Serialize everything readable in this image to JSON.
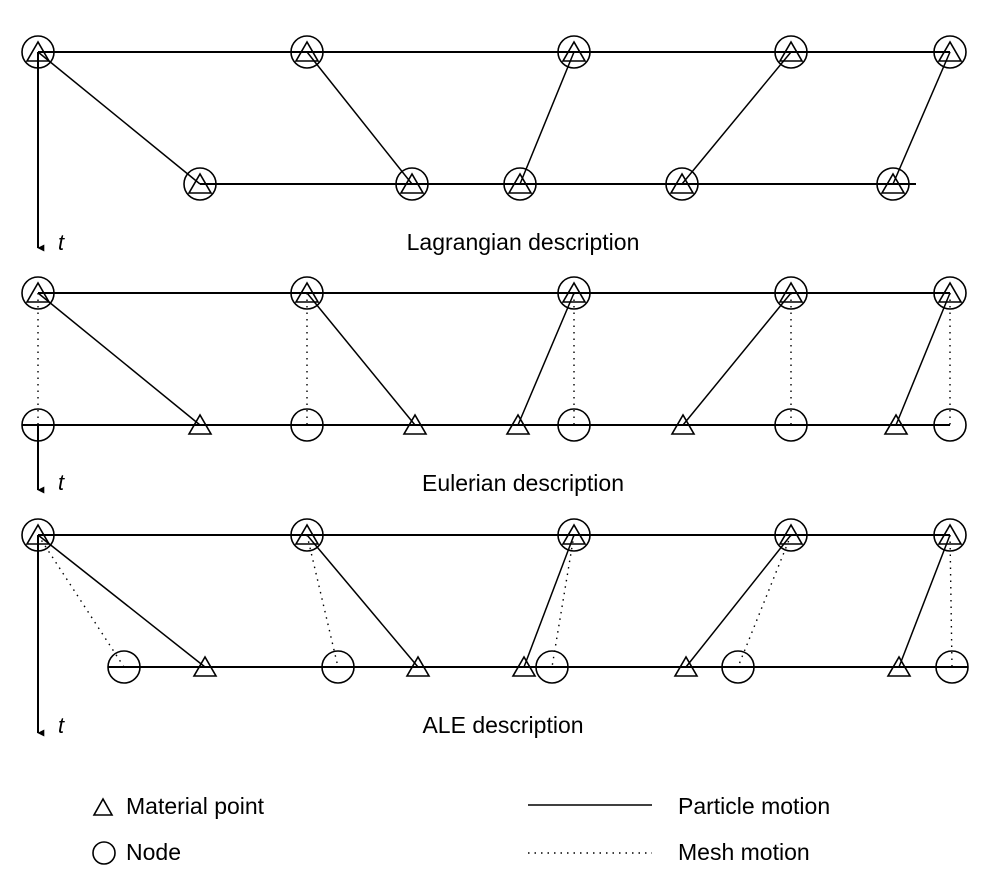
{
  "panels": [
    {
      "id": "lagrangian",
      "title": "Lagrangian description",
      "time_label": "t"
    },
    {
      "id": "eulerian",
      "title": "Eulerian description",
      "time_label": "t"
    },
    {
      "id": "ale",
      "title": "ALE description",
      "time_label": "t"
    }
  ],
  "legend": {
    "material_point": "Material point",
    "node": "Node",
    "particle_motion": "Particle motion",
    "mesh_motion": "Mesh motion"
  },
  "icons": {
    "material_point": "triangle-icon",
    "node": "circle-icon"
  }
}
